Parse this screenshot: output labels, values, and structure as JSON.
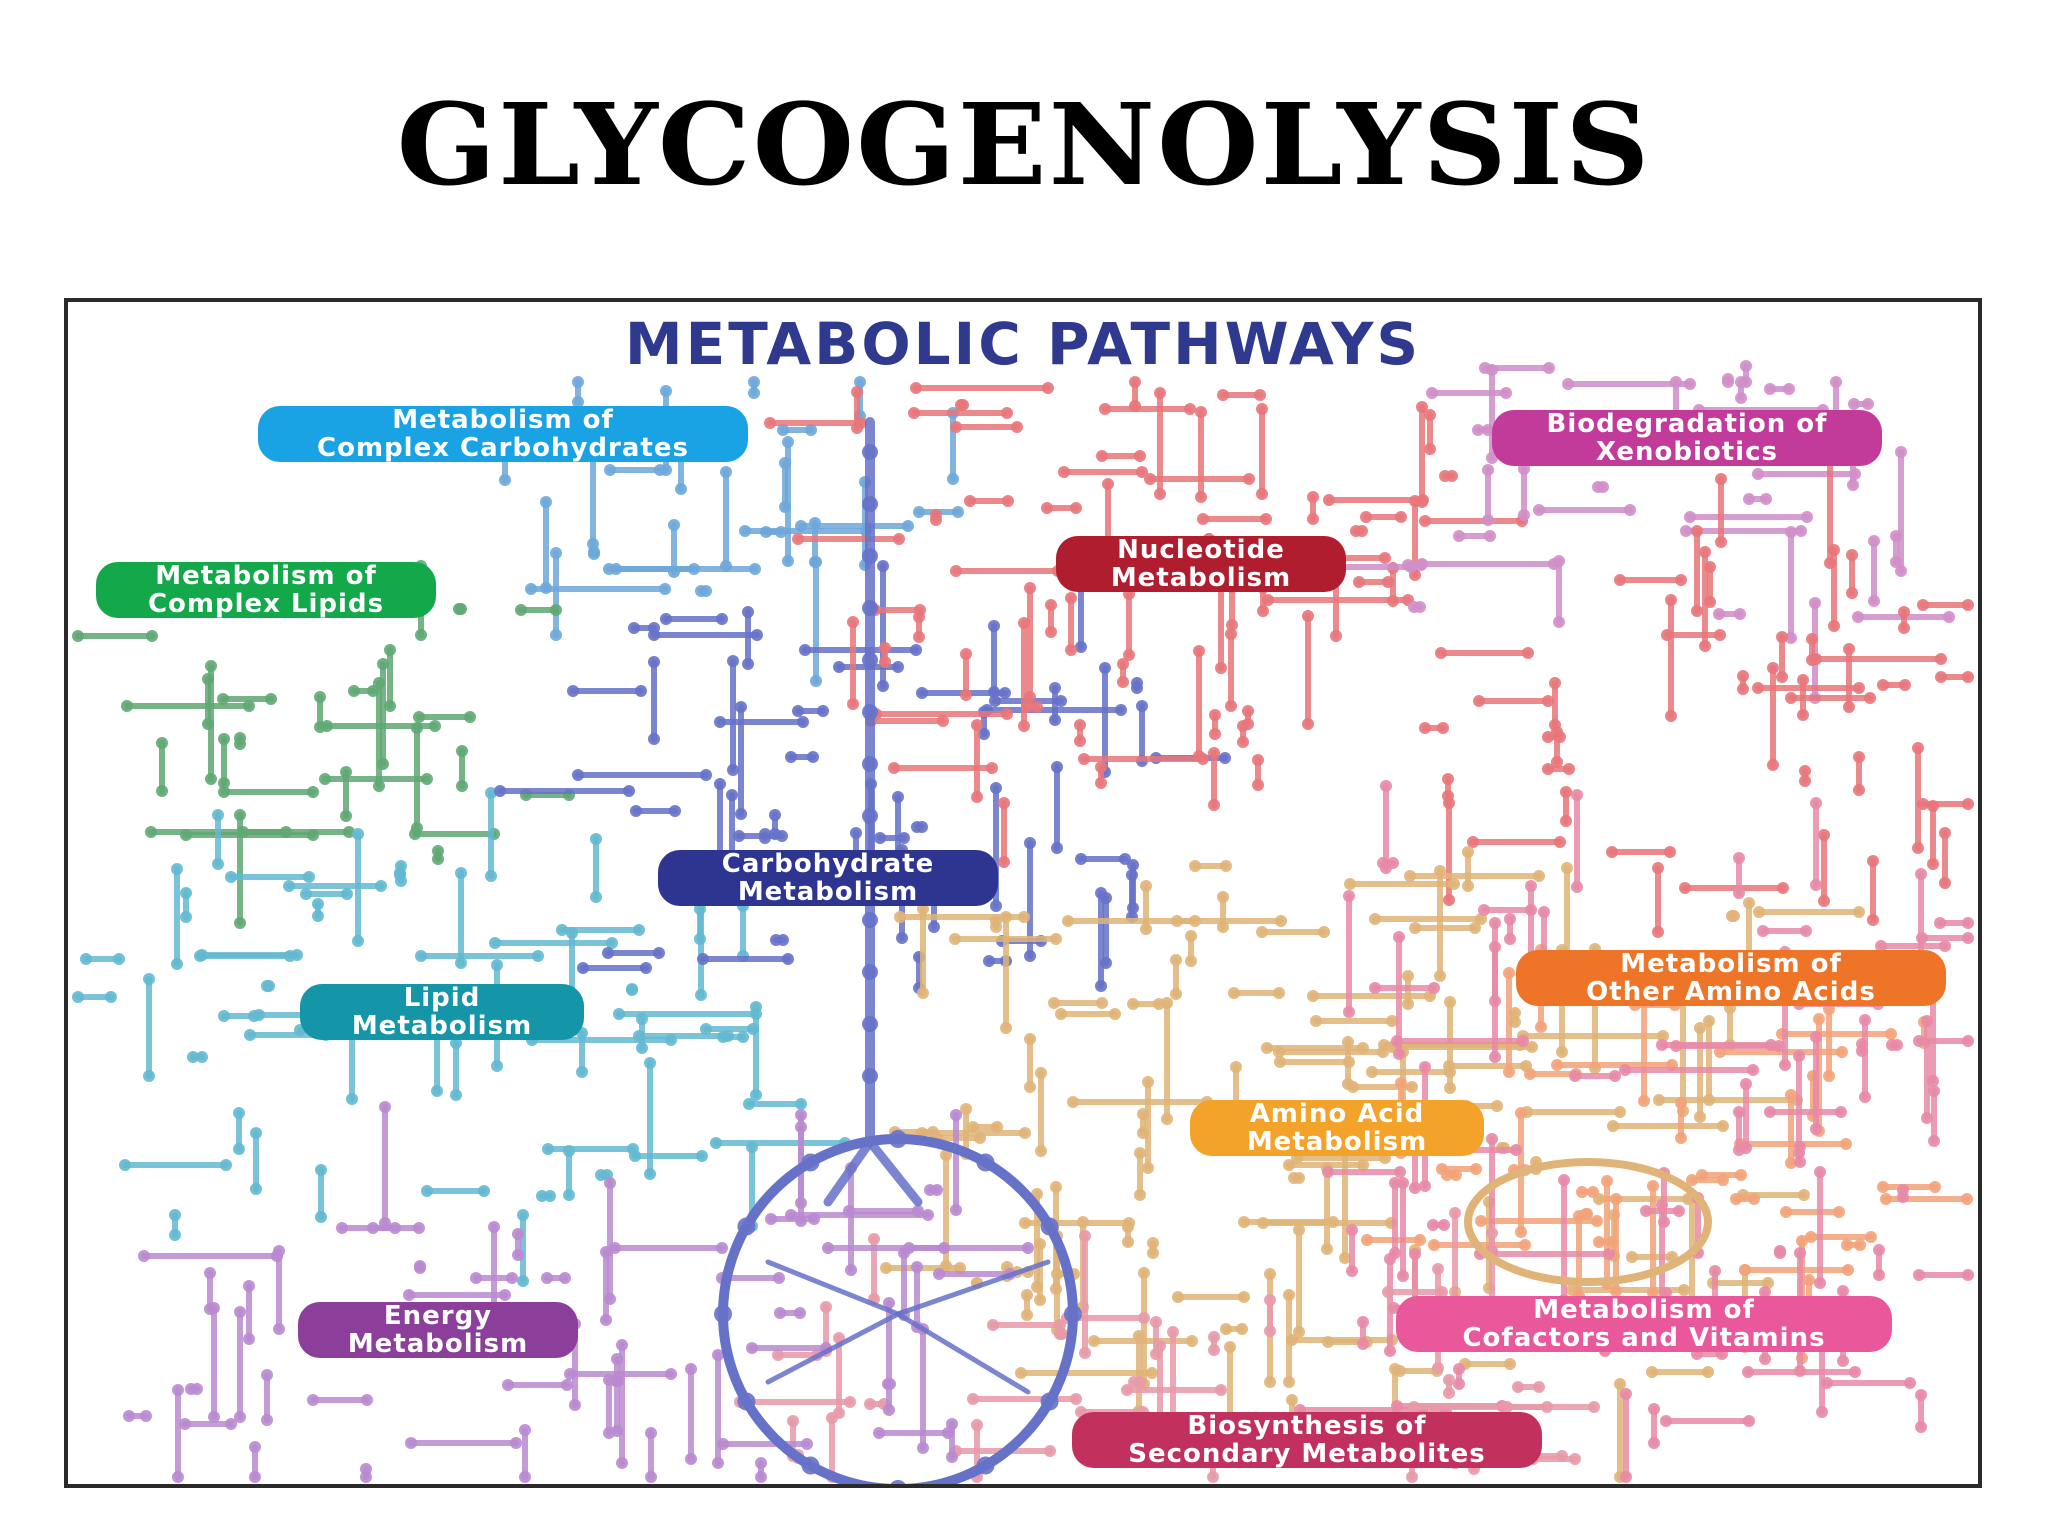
{
  "slide": {
    "title": "GLYCOGENOLYSIS"
  },
  "diagram": {
    "title": "METABOLIC PATHWAYS",
    "colors": {
      "carbohydrate": "#6672c8",
      "complex_carbohydrates": "#6ea7da",
      "complex_lipids": "#5fa873",
      "lipid": "#63b9d2",
      "energy": "#b98ad0",
      "nucleotide": "#e8767a",
      "amino_acid": "#e0b478",
      "other_amino": "#f3a37a",
      "cofactors": "#e88aa6",
      "xenobiotics": "#d08ec8",
      "secondary": "#e89aa8"
    },
    "labels": {
      "complex_carbohydrates": {
        "line1": "Metabolism of",
        "line2": "Complex Carbohydrates",
        "color": "#1aa3e4"
      },
      "complex_lipids": {
        "line1": "Metabolism of",
        "line2": "Complex Lipids",
        "color": "#13a84a"
      },
      "carbohydrate": {
        "line1": "Carbohydrate",
        "line2": "Metabolism",
        "color": "#2e3590"
      },
      "lipid": {
        "line1": "Lipid",
        "line2": "Metabolism",
        "color": "#1496a8"
      },
      "energy": {
        "line1": "Energy",
        "line2": "Metabolism",
        "color": "#8b3f9a"
      },
      "nucleotide": {
        "line1": "Nucleotide",
        "line2": "Metabolism",
        "color": "#b01d2e"
      },
      "xenobiotics": {
        "line1": "Biodegradation of",
        "line2": "Xenobiotics",
        "color": "#c23b9a"
      },
      "other_amino": {
        "line1": "Metabolism of",
        "line2": "Other Amino Acids",
        "color": "#ee7528"
      },
      "amino_acid": {
        "line1": "Amino Acid",
        "line2": "Metabolism",
        "color": "#f3a32a"
      },
      "cofactors": {
        "line1": "Metabolism of",
        "line2": "Cofactors and Vitamins",
        "color": "#e8589a"
      },
      "secondary": {
        "line1": "Biosynthesis of",
        "line2": "Secondary Metabolites",
        "color": "#c2305e"
      }
    }
  }
}
